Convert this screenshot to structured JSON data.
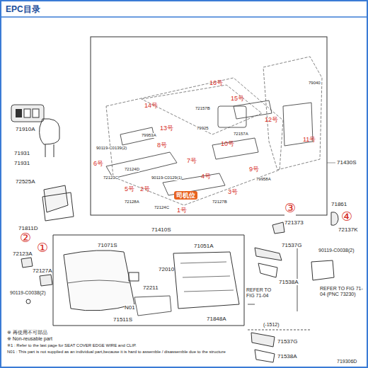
{
  "diagram": {
    "title": "EPC目录",
    "labels": [
      "71910A",
      "71931",
      "71931",
      "72525A",
      "71811D",
      "②",
      "①",
      "72123A",
      "72127A",
      "90119-C0038(2)",
      "71410S",
      "71071S",
      "71051A",
      "72010",
      "72211",
      "N01",
      "71511S",
      "71848A",
      "③",
      "④",
      "71861",
      "721373",
      "72137K",
      "71537G",
      "90119-C0038(2)",
      "71538A",
      "REFER TO FIG 71-04 (PNC 73230)",
      "REFER TO FIG 71-04",
      "(-1512)",
      "71537G",
      "71538A",
      "71430S",
      "※ 再使用不可部品",
      "※ Non-reusable part",
      "※1 : Refer to the last page for SEAT COVER EDGE WIRE and CLIP.",
      "N01 : This part is not supplied as an individual part,because it is hard to assemble / disassemble due to the structure",
      "719306D",
      "1号",
      "2号",
      "3号",
      "4号",
      "5号",
      "6号",
      "7号",
      "8号",
      "9号",
      "10号",
      "11号",
      "12号",
      "13号",
      "14号",
      "15号",
      "16号",
      "司机位",
      "79953A",
      "79925",
      "72157B",
      "72124D",
      "72123C",
      "72128A",
      "72124C",
      "79958A",
      "72157A",
      "90119-C0139(2)",
      "90119-C0129(1)",
      "72127B",
      "79040"
    ]
  }
}
